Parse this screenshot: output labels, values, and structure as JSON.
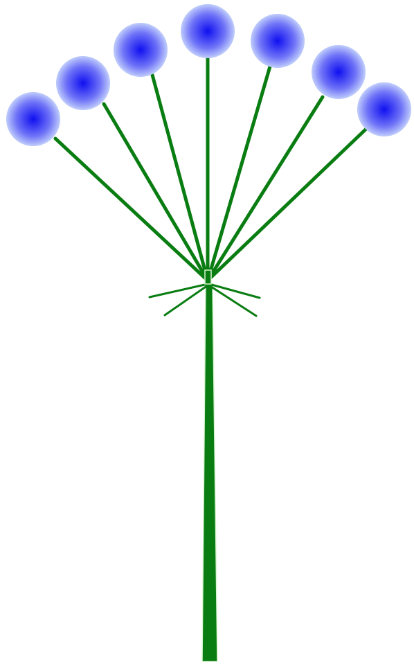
{
  "diagram": {
    "type": "umbel",
    "flower_head_count": 7,
    "bract_count": 4
  },
  "colors": {
    "background": "#ffffff",
    "stem": "#0a7d12",
    "stem_highlight": "#d7f5d0",
    "flower_center": "#1010f0",
    "flower_mid": "#6f73f7",
    "flower_edge": "#b9c6fb"
  }
}
